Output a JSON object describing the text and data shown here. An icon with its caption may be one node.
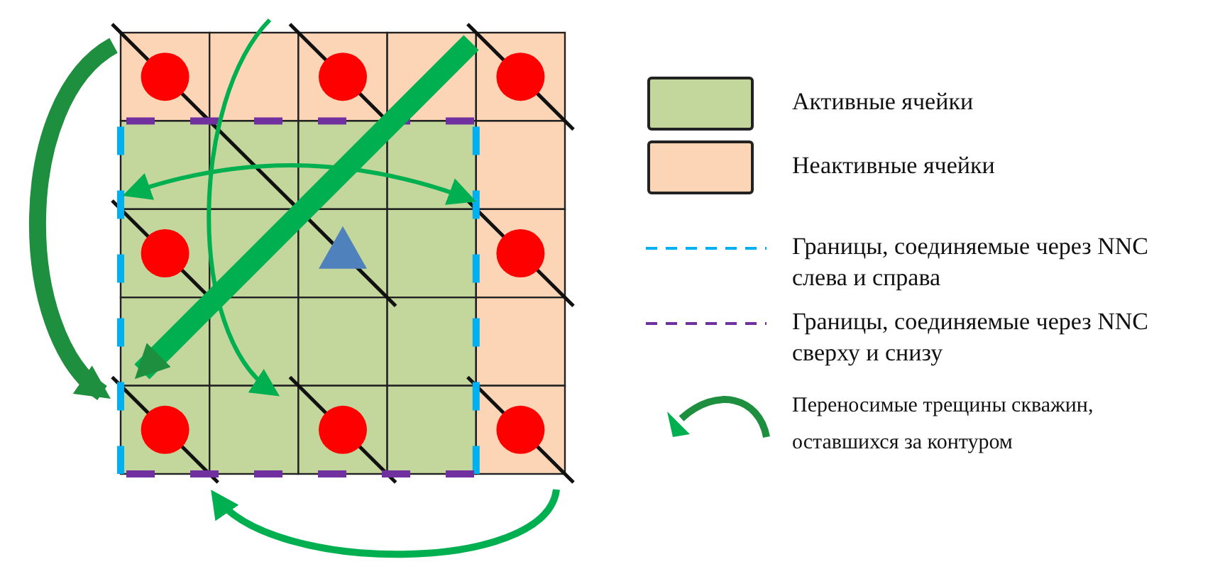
{
  "diagram": {
    "legend": [
      {
        "text": "Активные ячейки",
        "color": "#c3d69b"
      },
      {
        "text": "Неактивные ячейки",
        "color": "#fbd5b5"
      },
      {
        "text": "Границы, соединяемые через NNC слева и справа"
      },
      {
        "text": "Границы, соединяемые через NNC сверху и снизу"
      },
      {
        "text": "Переносимые трещины скважин, оставшихся за контуром"
      }
    ]
  }
}
